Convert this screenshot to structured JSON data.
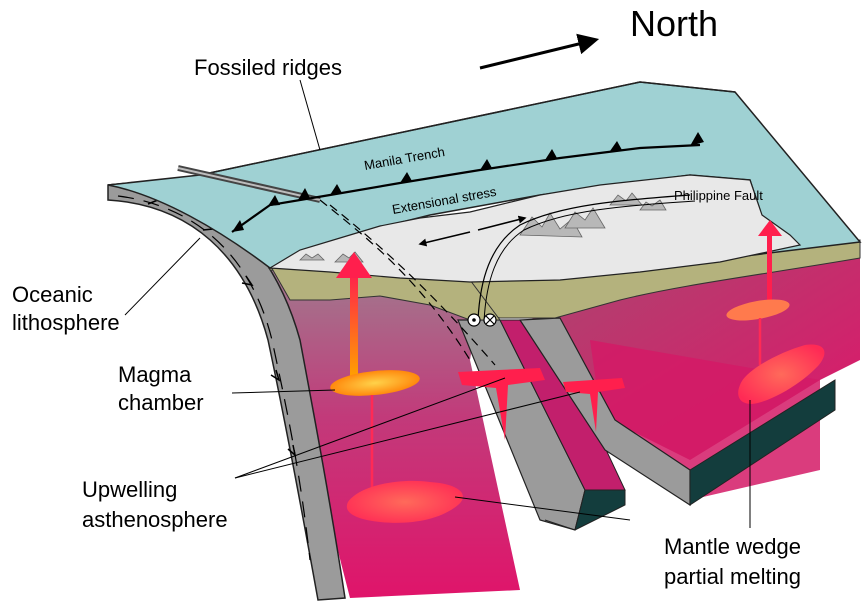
{
  "direction": {
    "label": "North"
  },
  "labels": {
    "fossiled_ridges": "Fossiled ridges",
    "manila_trench": "Manila Trench",
    "extensional_stress": "Extensional stress",
    "philippine_fault": "Philippine Fault",
    "oceanic_line1": "Oceanic",
    "oceanic_line2": "lithosphere",
    "magma_line1": "Magma",
    "magma_line2": "chamber",
    "upwelling_line1": "Upwelling",
    "upwelling_line2": "asthenosphere",
    "mantle_line1": "Mantle wedge",
    "mantle_line2": "partial melting"
  },
  "colors": {
    "ocean": "#9fd1d3",
    "land": "#e8e8e8",
    "crust": "#b4b27d",
    "slab": "#9b9b9b",
    "slab_dark": "#133d3d",
    "mantle_top": "#a37a88",
    "mantle_bottom": "#e0146a",
    "magma_hot": "#ff1f4d",
    "magma_warm": "#ffb400"
  }
}
